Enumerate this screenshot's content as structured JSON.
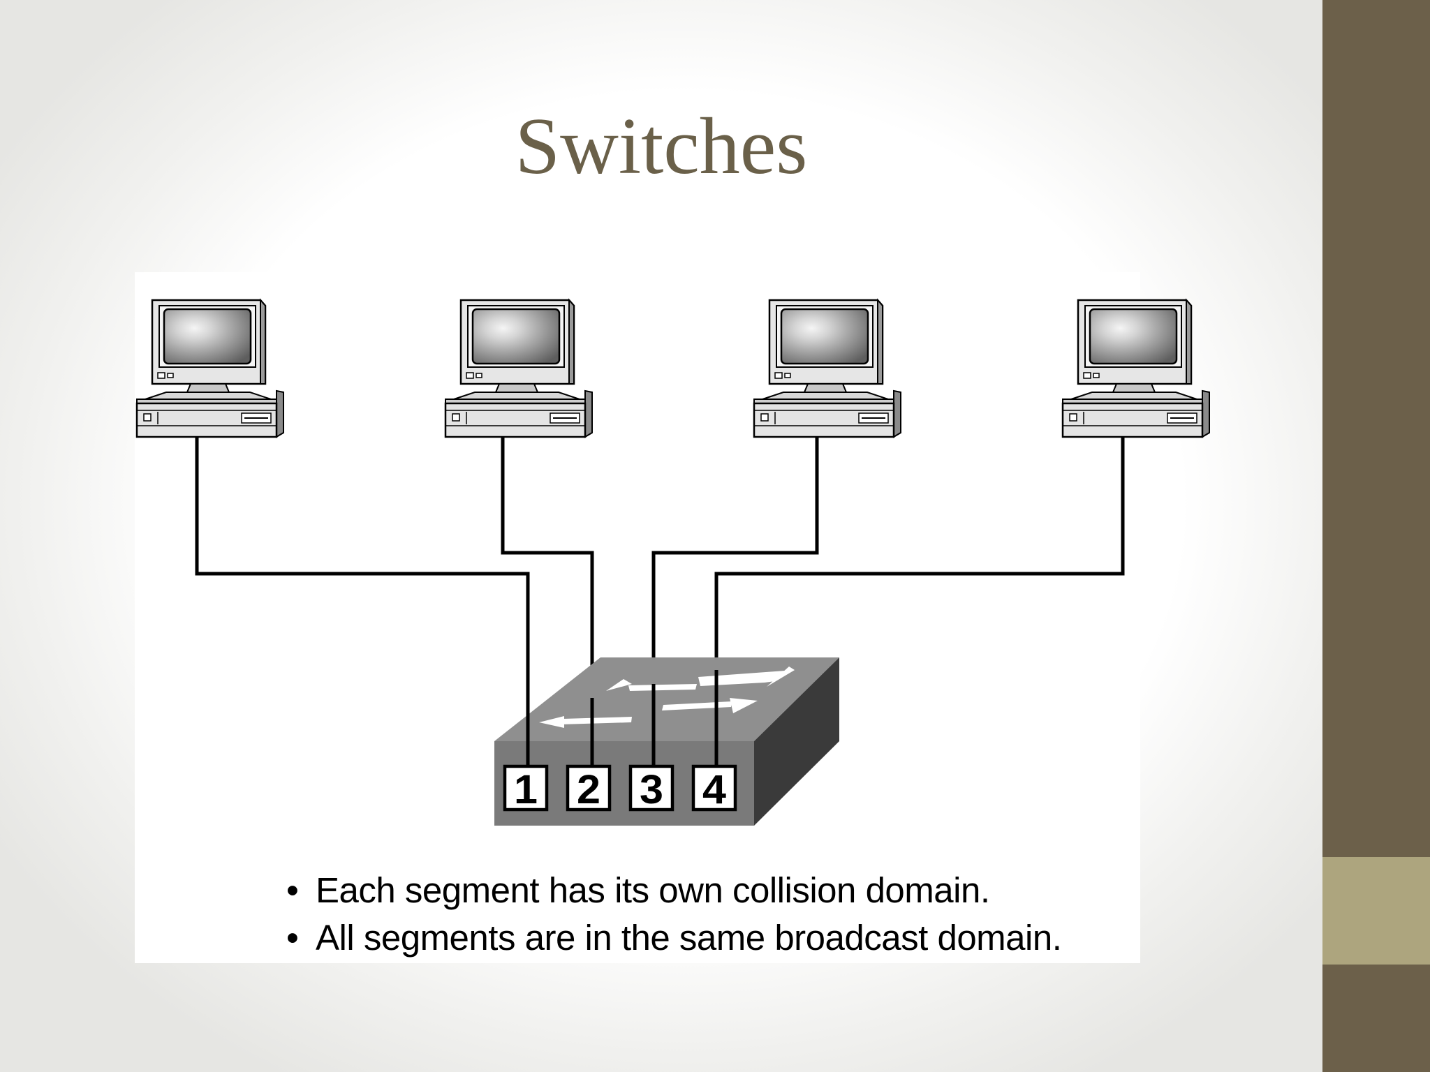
{
  "slide": {
    "title": "Switches"
  },
  "diagram": {
    "computers": [
      "computer-1",
      "computer-2",
      "computer-3",
      "computer-4"
    ],
    "switch": {
      "ports": [
        "1",
        "2",
        "3",
        "4"
      ]
    },
    "notes": [
      {
        "bullet": "•",
        "text": "Each segment has its own collision domain."
      },
      {
        "bullet": "•",
        "text": "All segments are in the same broadcast domain."
      }
    ]
  },
  "theme": {
    "title_color": "#6a6049",
    "sidebar_dark": "#6c604a",
    "sidebar_light": "#ada57e",
    "switch_top": "#8f8f8f",
    "switch_front": "#7a7a7a",
    "switch_side": "#3a3a3a"
  }
}
